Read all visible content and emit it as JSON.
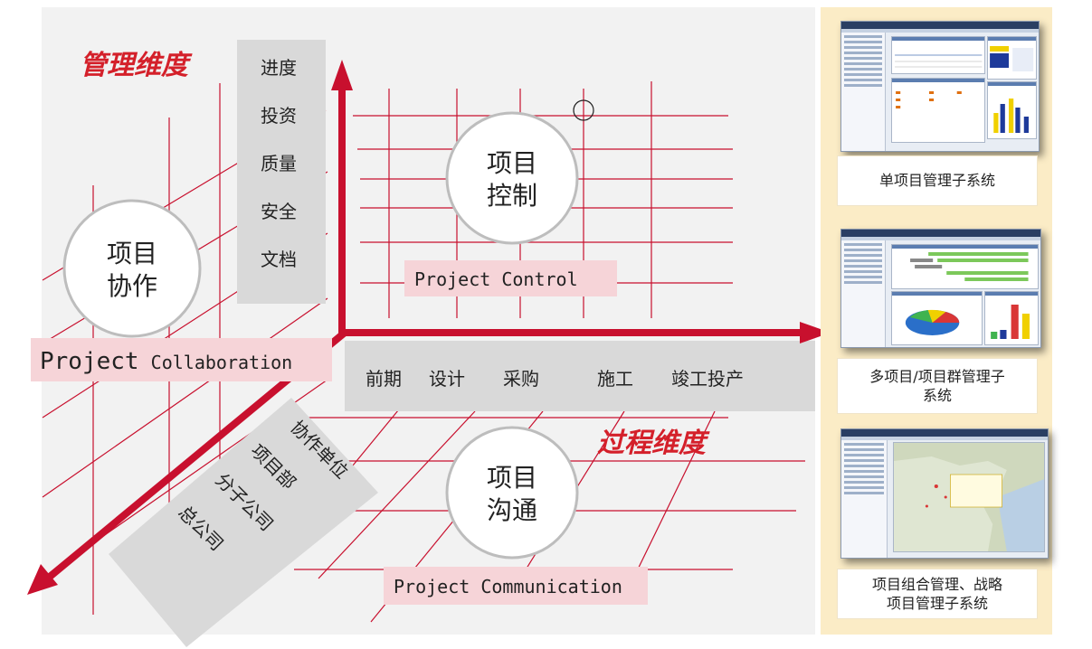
{
  "diagram": {
    "management_dimension_title": "管理维度",
    "process_dimension_title": "过程维度",
    "management_items": [
      "进度",
      "投资",
      "质量",
      "安全",
      "文档"
    ],
    "process_stages": [
      "前期",
      "设计",
      "采购",
      "施工",
      "竣工投产"
    ],
    "organization_levels": [
      "协作单位",
      "项目部",
      "分子公司",
      "总公司"
    ],
    "hub_control": {
      "line1": "项目",
      "line2": "控制",
      "label": "Project Control"
    },
    "hub_collaboration": {
      "line1": "项目",
      "line2": "协作",
      "label_first": "Project",
      "label_rest": "Collaboration"
    },
    "hub_communication": {
      "line1": "项目",
      "line2": "沟通",
      "label": "Project Communication"
    }
  },
  "subsystems": [
    {
      "caption": "单项目管理子系统"
    },
    {
      "caption_line1": "多项目/项目群管理子",
      "caption_line2": "系统"
    },
    {
      "caption_line1": "项目组合管理、战略",
      "caption_line2": "项目管理子系统"
    }
  ],
  "colors": {
    "axis_red": "#c8102e",
    "grid_red": "#c8102e",
    "title_red": "#d4202a",
    "label_pink": "#f6d4d8",
    "panel_gray": "#d9d9d9",
    "background_gray": "#f2f2f2",
    "panel_cream": "#fbecc6"
  }
}
